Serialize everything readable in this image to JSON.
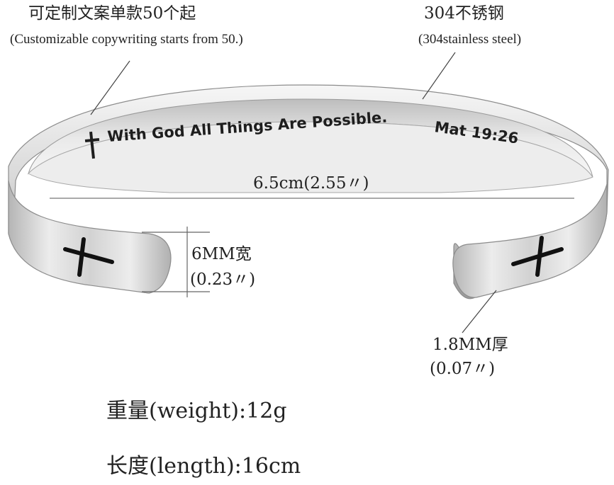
{
  "annotations": {
    "custom_cn": "可定制文案单款50个起",
    "custom_en": "(Customizable copywriting starts from 50.)",
    "material_cn": "304不锈钢",
    "material_en": "(304stainless steel)",
    "diameter": "6.5cm(2.55〃)",
    "width_cn": "6MM宽",
    "width_in": "(0.23〃)",
    "thickness_cn": "1.8MM厚",
    "thickness_in": "(0.07〃)"
  },
  "engraving": {
    "text": "With God All Things Are Possible.",
    "ref": "Mat 19:26"
  },
  "specs": {
    "weight": "重量(weight):12g",
    "length": "长度(length):16cm"
  },
  "colors": {
    "steel_light": "#f2f2f2",
    "steel_mid": "#c9c9c9",
    "steel_dark": "#8a8a8a",
    "engrave": "#1e1e1e"
  }
}
